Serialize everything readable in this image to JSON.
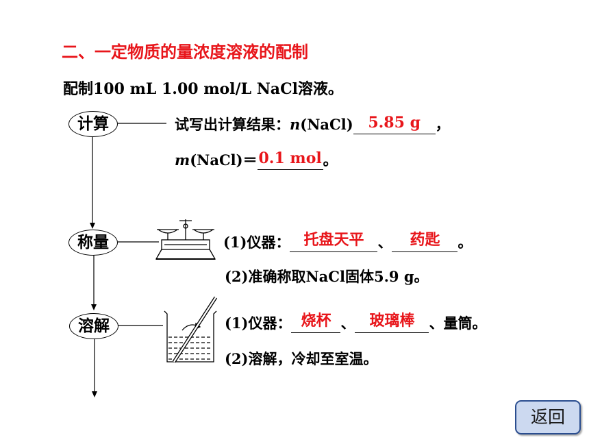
{
  "heading": "二、一定物质的量浓度溶液的配制",
  "subheading": "配制100 mL 1.00 mol/L NaCl溶液。",
  "steps": {
    "calc": {
      "label": "计算",
      "prompt": "试写出计算结果：",
      "n_var": "n",
      "n_expr": "(NaCl)",
      "n_answer": "5.85 g",
      "after_n": "，",
      "m_var": "m",
      "m_expr": "(NaCl)＝",
      "m_answer": "0.1 mol",
      "after_m": "。"
    },
    "weigh": {
      "label": "称量",
      "item1_prefix": "(1)仪器：",
      "item1_answer1": "托盘天平",
      "sep": "、",
      "item1_answer2": "药匙",
      "item1_end": "。",
      "item2": "(2)准确称取NaCl固体5.9 g。"
    },
    "dissolve": {
      "label": "溶解",
      "item1_prefix": "(1)仪器：",
      "item1_answer1": "烧杯",
      "sep": "、",
      "item1_answer2": "玻璃棒",
      "item1_end": "、量筒。",
      "item2": "(2)溶解，冷却至室温。"
    }
  },
  "back_button": "返回",
  "colors": {
    "answer": "#e8161b",
    "title": "#e8161b",
    "button_bg": "#ccd9f0",
    "button_border": "#2a4d8f"
  }
}
